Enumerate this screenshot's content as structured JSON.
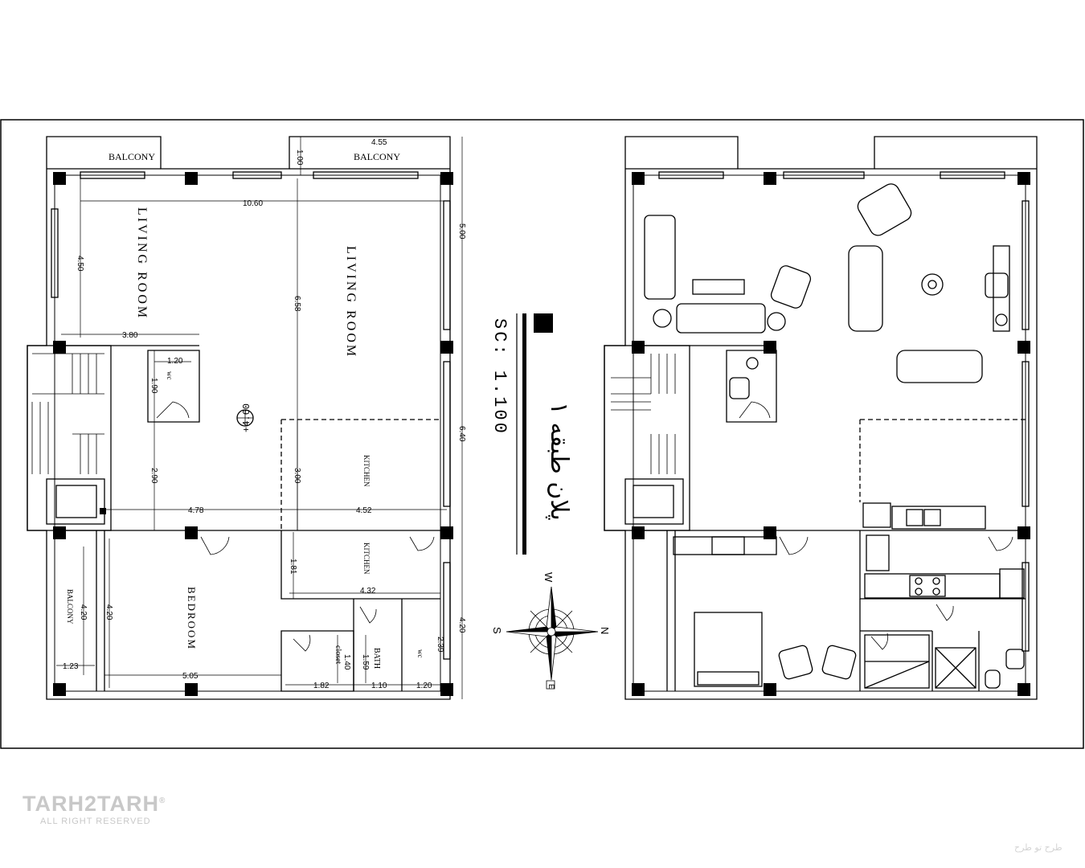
{
  "labels": {
    "balcony_left": "BALCONY",
    "balcony_right": "BALCONY",
    "living_room_a": "LIVING ROOM",
    "living_room_b": "LIVING ROOM",
    "wc_upper": "wc",
    "wc_lower": "wc",
    "kitchen_upper": "KITCHEN",
    "kitchen_lower": "KITCHEN",
    "bedroom": "BEDROOM",
    "balcony_side": "BALCONY",
    "closet": "closet",
    "bath": "BATH",
    "level": "+4.60"
  },
  "dimensions": {
    "d_455": "4.55",
    "d_100": "1.00",
    "d_1060": "10.60",
    "d_500": "5.00",
    "d_450": "4.50",
    "d_658": "6.58",
    "d_380": "3.80",
    "d_120a": "1.20",
    "d_190": "1.90",
    "d_640": "6.40",
    "d_290": "2.90",
    "d_300": "3.00",
    "d_478": "4.78",
    "d_452": "4.52",
    "d_181": "1.81",
    "d_432": "4.32",
    "d_420a": "4.20",
    "d_420b": "4.20",
    "d_420c": "4.20",
    "d_239": "2.39",
    "d_140": "1.40",
    "d_159": "1.59",
    "d_123": "1.23",
    "d_505": "5.05",
    "d_182": "1.82",
    "d_110": "1.10",
    "d_120b": "1.20"
  },
  "title_block": {
    "scale": "SC: 1.100",
    "plan_title": "پلان طبقه ۱"
  },
  "compass": {
    "w": "W",
    "n": "N",
    "s": "S",
    "e": "E"
  },
  "watermark": {
    "brand": "TARH2TARH",
    "registered": "®",
    "rights": "ALL RIGHT RESERVED",
    "arabic": "طرح تو طرح"
  }
}
